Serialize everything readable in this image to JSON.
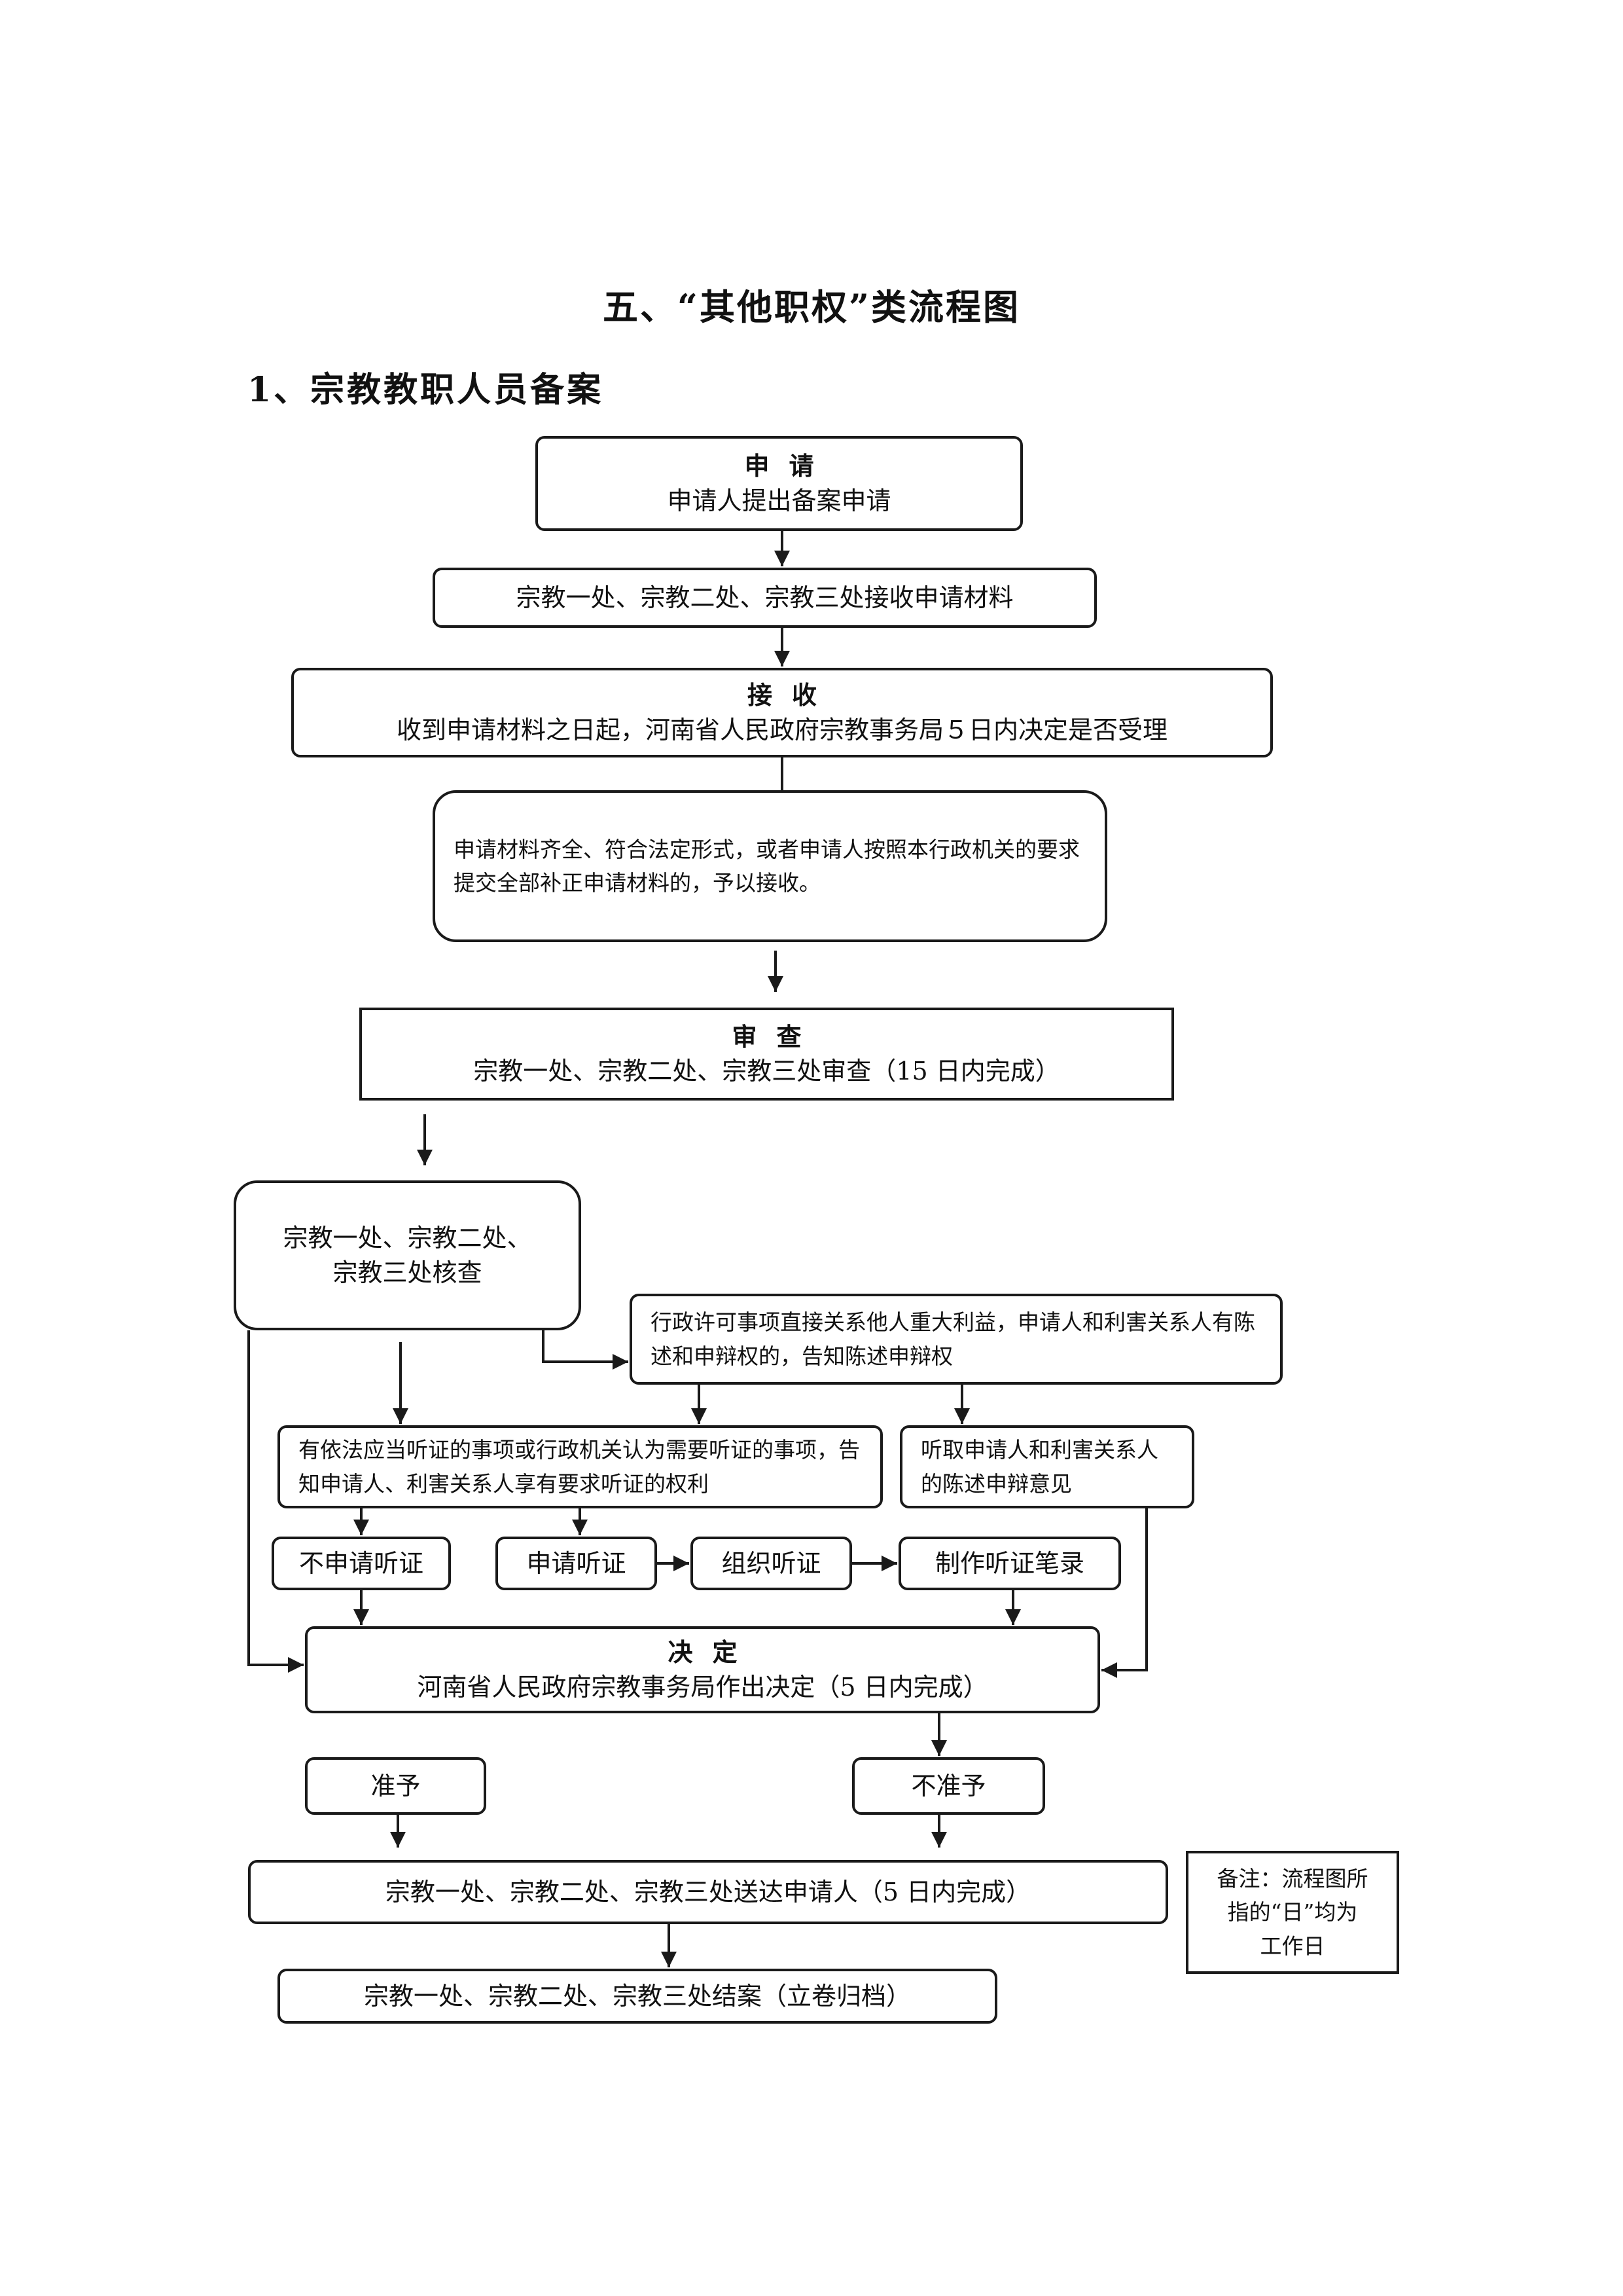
{
  "title": "五、“其他职权”类流程图",
  "subtitle": "1、宗教教职人员备案",
  "steps": {
    "apply": {
      "heading": "申请",
      "text": "申请人提出备案申请"
    },
    "receive_materials": {
      "text": "宗教一处、宗教二处、宗教三处接收申请材料"
    },
    "accept": {
      "heading": "接收",
      "text": "收到申请材料之日起，河南省人民政府宗教事务局５日内决定是否受理"
    },
    "accept_condition": {
      "text": "申请材料齐全、符合法定形式，或者申请人按照本行政机关的要求提交全部补正申请材料的，予以接收。"
    },
    "review": {
      "heading": "审查",
      "text": "宗教一处、宗教二处、宗教三处审查（15 日内完成）"
    },
    "verify": {
      "line1": "宗教一处、宗教二处、",
      "line2": "宗教三处核查"
    },
    "statement_right": {
      "text": "行政许可事项直接关系他人重大利益，申请人和利害关系人有陈述和申辩权的，告知陈述申辩权"
    },
    "hearing_notice": {
      "text": "有依法应当听证的事项或行政机关认为需要听证的事项，告知申请人、利害关系人享有要求听证的权利"
    },
    "hear_opinions": {
      "text": "听取申请人和利害关系人的陈述申辩意见"
    },
    "no_hearing": {
      "text": "不申请听证"
    },
    "request_hearing": {
      "text": "申请听证"
    },
    "organize_hearing": {
      "text": "组织听证"
    },
    "hearing_record": {
      "text": "制作听证笔录"
    },
    "decision": {
      "heading": "决定",
      "text": "河南省人民政府宗教事务局作出决定（5 日内完成）"
    },
    "approve": {
      "text": "准予"
    },
    "reject": {
      "text": "不准予"
    },
    "deliver": {
      "text": "宗教一处、宗教二处、宗教三处送达申请人（5 日内完成）"
    },
    "close": {
      "text": "宗教一处、宗教二处、宗教三处结案（立卷归档）"
    }
  },
  "note": {
    "line1": "备注：流程图所",
    "line2": "指的“日”均为",
    "line3": "工作日"
  }
}
